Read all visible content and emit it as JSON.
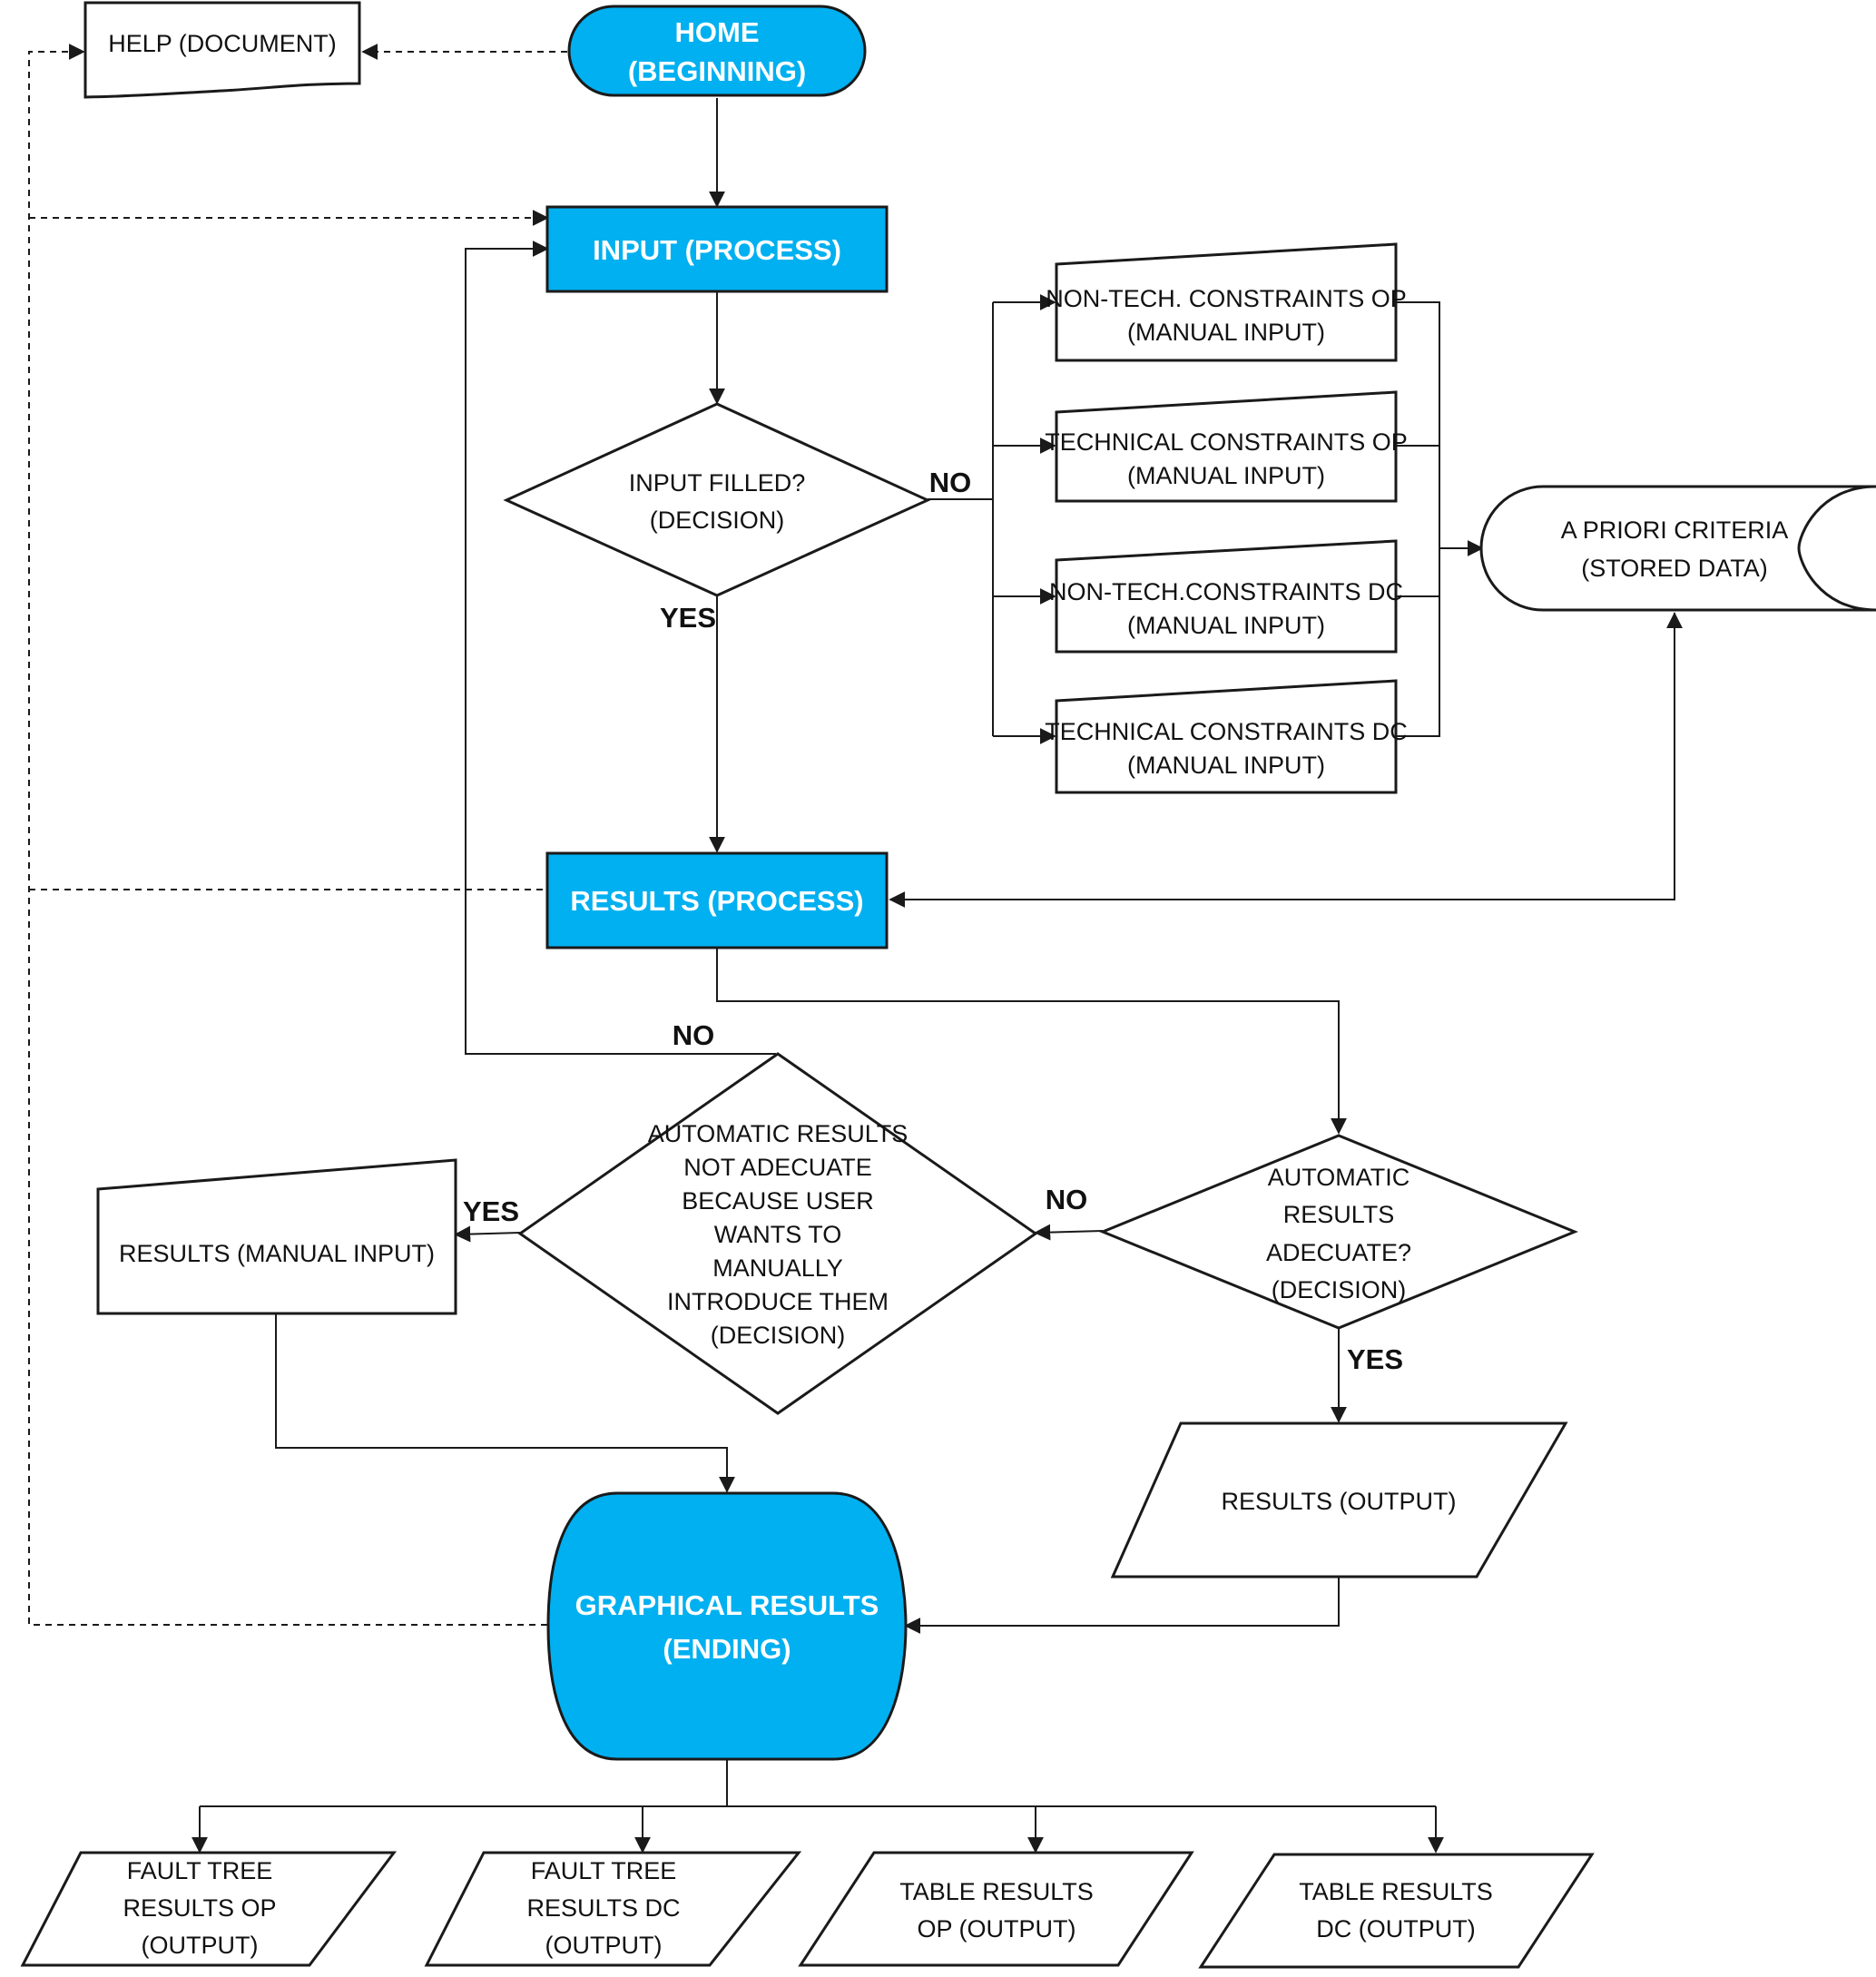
{
  "nodes": {
    "help": [
      "HELP (DOCUMENT)"
    ],
    "home": [
      "HOME",
      "(BEGINNING)"
    ],
    "input": [
      "INPUT (PROCESS)"
    ],
    "input_filled": [
      "INPUT FILLED?",
      "(DECISION)"
    ],
    "nontech_op": [
      "NON-TECH. CONSTRAINTS OP",
      "(MANUAL INPUT)"
    ],
    "tech_op": [
      "TECHNICAL CONSTRAINTS OP",
      "(MANUAL INPUT)"
    ],
    "nontech_dc": [
      "NON-TECH.CONSTRAINTS  DC",
      "(MANUAL INPUT)"
    ],
    "tech_dc": [
      "TECHNICAL CONSTRAINTS  DC",
      "(MANUAL INPUT)"
    ],
    "apriori": [
      "A PRIORI CRITERIA",
      "(STORED DATA)"
    ],
    "results_process": [
      "RESULTS (PROCESS)"
    ],
    "auto_adequate": [
      "AUTOMATIC",
      "RESULTS",
      "ADECUATE?",
      "(DECISION)"
    ],
    "not_adequate": [
      "AUTOMATIC RESULTS",
      "NOT ADECUATE",
      "BECAUSE USER",
      "WANTS TO",
      "MANUALLY",
      "INTRODUCE THEM",
      "(DECISION)"
    ],
    "results_manual": [
      "RESULTS (MANUAL INPUT)"
    ],
    "results_output": [
      "RESULTS (OUTPUT)"
    ],
    "graphical": [
      "GRAPHICAL RESULTS",
      "(ENDING)"
    ],
    "ft_op": [
      "FAULT TREE",
      "RESULTS OP",
      "(OUTPUT)"
    ],
    "ft_dc": [
      "FAULT TREE",
      "RESULTS DC",
      "(OUTPUT)"
    ],
    "table_op": [
      "TABLE RESULTS",
      "OP (OUTPUT)"
    ],
    "table_dc": [
      "TABLE RESULTS",
      "DC (OUTPUT)"
    ]
  },
  "edge_labels": {
    "input_no": "NO",
    "input_yes": "YES",
    "loop_no": "NO",
    "auto_no": "NO",
    "auto_yes": "YES",
    "manual_yes": "YES"
  },
  "colors": {
    "accent_fill": "#00b0f0",
    "stroke": "#1a1a1a"
  }
}
